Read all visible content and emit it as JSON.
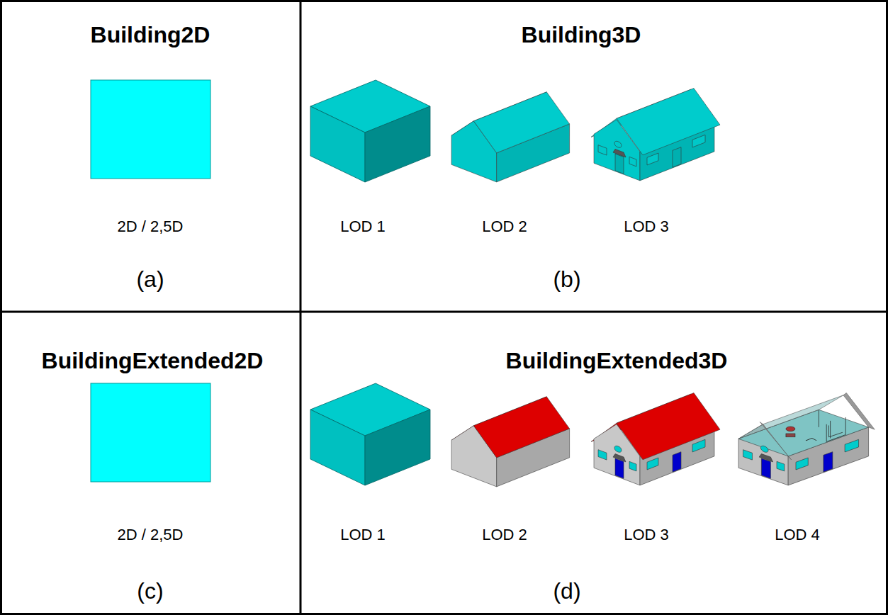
{
  "diagram": {
    "nodes": [
      {
        "text": [
          "Building2D",
          "2D / 2,5D",
          "(a)"
        ]
      },
      {
        "text": [
          "Building3D",
          "LOD 1",
          "LOD 2",
          "LOD 3",
          "(b)"
        ]
      },
      {
        "text": [
          "BuildingExtended2D",
          "2D / 2,5D",
          "(c)"
        ]
      },
      {
        "text": [
          "BuildingExtended3D",
          "LOD 1",
          "LOD 2",
          "LOD 3",
          "LOD 4",
          "(d)"
        ]
      }
    ]
  }
}
